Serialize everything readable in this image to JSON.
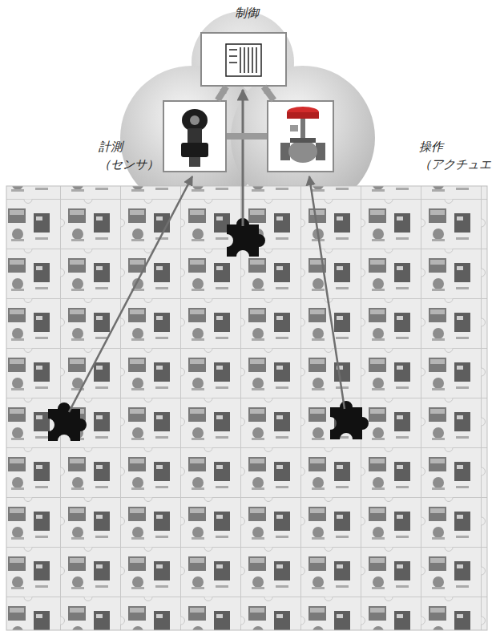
{
  "diagram": {
    "nodes": [
      {
        "text": [
          "制御"
        ]
      },
      {
        "text": [
          "計測 （センサ）"
        ]
      },
      {
        "text": [
          "操作 （アクチュエ"
        ]
      }
    ],
    "edges": [
      {
        "from": 1,
        "to": 0,
        "arrow": "to"
      },
      {
        "from": 2,
        "to": 0,
        "arrow": "to"
      },
      {
        "from": 1,
        "to": 2,
        "arrow": "none"
      }
    ]
  }
}
